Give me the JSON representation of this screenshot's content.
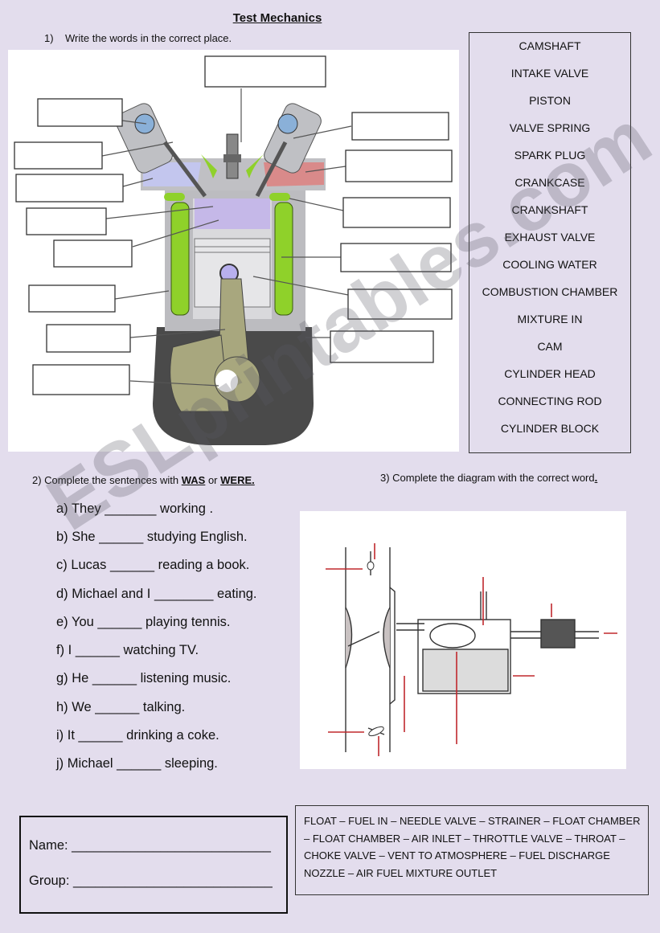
{
  "title": "Test Mechanics",
  "q1": {
    "number": "1)",
    "instruction": "Write the words in the correct place."
  },
  "word_bank": [
    "CAMSHAFT",
    "INTAKE VALVE",
    "PISTON",
    "VALVE SPRING",
    "SPARK PLUG",
    "CRANKCASE",
    "CRANKSHAFT",
    "EXHAUST VALVE",
    "COOLING WATER",
    "COMBUSTION CHAMBER",
    "MIXTURE IN",
    "CAM",
    "CYLINDER HEAD",
    "CONNECTING ROD",
    "CYLINDER BLOCK"
  ],
  "q2": {
    "instruction_prefix": "2) Complete the sentences with ",
    "was": "WAS",
    "or": " or ",
    "were": "WERE.",
    "sentences": [
      "a)  They _______ working .",
      "b)  She ______ studying English.",
      "c)  Lucas ______ reading a book.",
      "d)  Michael and I ________ eating.",
      "e)  You ______ playing tennis.",
      "f)   I ______ watching TV.",
      "g)  He ______ listening music.",
      "h)  We ______ talking.",
      "i)   It ______ drinking a coke.",
      "j)   Michael ______ sleeping."
    ]
  },
  "q3": {
    "instruction_main": "3) Complete the diagram with the correct word",
    "instruction_period": ".",
    "words": "FLOAT – FUEL IN – NEEDLE VALVE – STRAINER – FLOAT CHAMBER – FLOAT CHAMBER – AIR INLET – THROTTLE VALVE – THROAT – CHOKE VALVE – VENT TO ATMOSPHERE – FUEL DISCHARGE NOZZLE – AIR FUEL MIXTURE OUTLET"
  },
  "form": {
    "name": "Name: ___________________________",
    "group": "Group: ___________________________"
  },
  "watermark": "ESLprintables.com",
  "colors": {
    "page": "#e3dded",
    "cooling": "#8fd12a",
    "arrow": "#c0282d",
    "block": "#b9b9bd"
  }
}
